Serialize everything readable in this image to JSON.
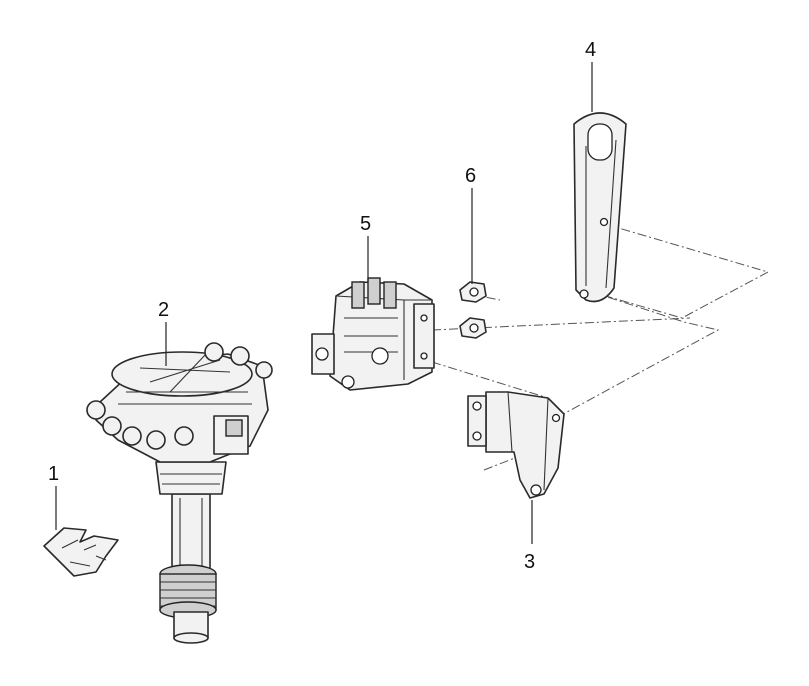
{
  "callouts": [
    {
      "id": "1",
      "label": "1"
    },
    {
      "id": "2",
      "label": "2"
    },
    {
      "id": "3",
      "label": "3"
    },
    {
      "id": "4",
      "label": "4"
    },
    {
      "id": "5",
      "label": "5"
    },
    {
      "id": "6",
      "label": "6"
    }
  ],
  "colors": {
    "line": "#2a2a2a",
    "fill": "#f2f2f2",
    "background": "#ffffff"
  }
}
